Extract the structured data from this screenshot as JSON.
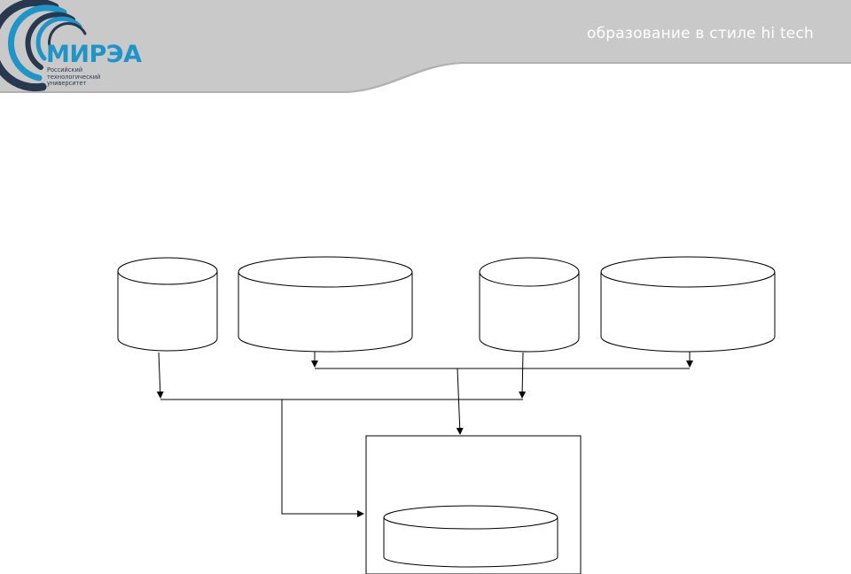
{
  "header": {
    "tagline": "образование в стиле hi tech",
    "colors": {
      "band": "#c8c8c8",
      "band_shadow": "#a8a8a8",
      "tagline_text": "#ffffff"
    }
  },
  "logo": {
    "word": "МИРЭА",
    "subtitle_lines": [
      "Российский",
      "технологический",
      "университет"
    ],
    "colors": {
      "ring_dark": "#27384f",
      "ring_blue": "#1f94c8",
      "word": "#1f94c8"
    }
  },
  "diagram": {
    "stroke_color": "#000000",
    "sources": [
      "cylinder-1",
      "cylinder-2",
      "cylinder-3",
      "cylinder-4"
    ],
    "target": "cylinder-target",
    "target_container": "target-box"
  }
}
